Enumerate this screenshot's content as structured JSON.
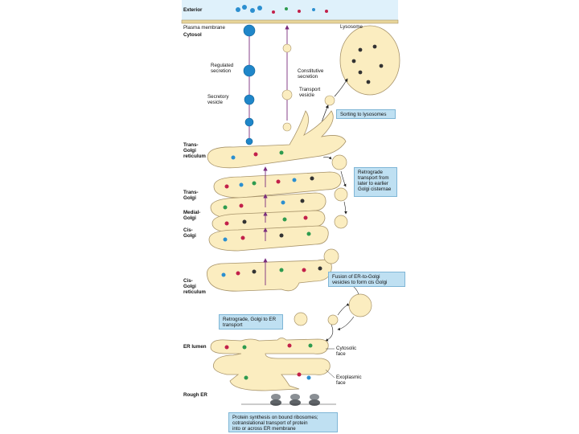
{
  "labels": {
    "exterior": "Exterior",
    "plasma_membrane": "Plasma membrane",
    "cytosol": "Cytosol",
    "lysosome": "Lysosome",
    "regulated_secretion": [
      "Regulated",
      "secretion"
    ],
    "constitutive_secretion": [
      "Constitutive",
      "secretion"
    ],
    "transport_vesicle": [
      "Transport",
      "vesicle"
    ],
    "secretory_vesicle": [
      "Secretory",
      "vesicle"
    ],
    "trans_golgi_reticulum": [
      "Trans-",
      "Golgi",
      "reticulum"
    ],
    "trans_golgi": [
      "Trans-",
      "Golgi"
    ],
    "medial_golgi": [
      "Medial-",
      "Golgi"
    ],
    "cis_golgi": [
      "Cis-",
      "Golgi"
    ],
    "cis_golgi_reticulum": [
      "Cis-",
      "Golgi",
      "reticulum"
    ],
    "er_lumen": "ER lumen",
    "rough_er": "Rough ER",
    "cytosolic_face": [
      "Cytosolic",
      "face"
    ],
    "exoplasmic_face": [
      "Exoplasmic",
      "face"
    ]
  },
  "boxes": {
    "sorting_to_lysosomes": [
      "Sorting to lysosomes"
    ],
    "retrograde_golgi": [
      "Retrograde",
      "transport from",
      "later to earlier",
      "Golgi cisternae"
    ],
    "fusion_er_golgi": [
      "Fusion of ER-to-Golgi",
      "vesicles to form cis Golgi"
    ],
    "retrograde_er": [
      "Retrograde, Golgi to ER",
      "transport"
    ],
    "protein_synthesis": [
      "Protein synthesis on bound ribosomes;",
      "cotranslational transport of protein",
      "into or across ER membrane"
    ]
  },
  "colors": {
    "lumen": "#fbedc0",
    "lumen_edge": "#a8946a",
    "blue_vesicle": "#1f86c9",
    "box_fill": "#bfe0f2",
    "arrow": "#7a2c7c",
    "cargo_green": "#2e9b4f",
    "cargo_red": "#c2204a",
    "cargo_blue": "#2c8fd0"
  }
}
